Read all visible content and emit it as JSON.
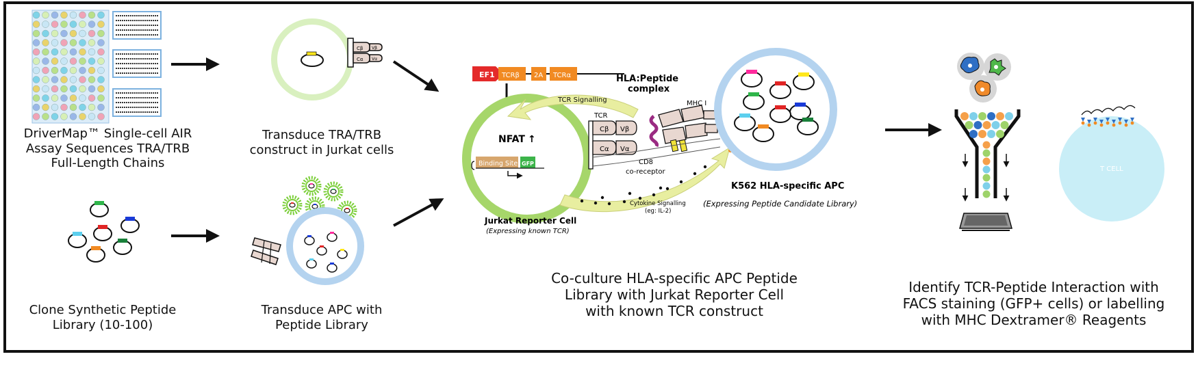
{
  "captions": {
    "drivermap": [
      "DriverMap™  Single-cell AIR",
      "Assay  Sequences TRA/TRB",
      "Full-Length Chains"
    ],
    "transduce_jurkat": [
      "Transduce TRA/TRB",
      "construct in Jurkat cells"
    ],
    "clone_library": [
      "Clone Synthetic Peptide",
      "Library (10-100)"
    ],
    "transduce_apc": [
      "Transduce APC with",
      "Peptide Library"
    ],
    "coculture": [
      "Co-culture HLA-specific APC Peptide",
      "Library with Jurkat Reporter Cell",
      "with known TCR construct"
    ],
    "identify": [
      "Identify TCR-Peptide Interaction with",
      "FACS staining (GFP+ cells) or labelling",
      "with  MHC Dextramer® Reagents"
    ]
  },
  "construct": {
    "ef1": "EF1",
    "tcrb": "TCRβ",
    "p2a": "2A",
    "tcra": "TCRα"
  },
  "receptor_labels": {
    "cb": "Cβ",
    "vb": "Vβ",
    "ca": "Cα",
    "va": "Vα"
  },
  "interaction": {
    "hla_peptide": [
      "HLA:Peptide",
      "complex"
    ],
    "tcr_signalling": "TCR Signalling",
    "tcr": "TCR",
    "mhc": "MHC I",
    "nfat": "NFAT",
    "nfat_arrow": "↑",
    "binding_site": "Binding Site",
    "gfp": "GFP",
    "cd8": [
      "CD8",
      "co-receptor"
    ],
    "cytokine": [
      "Cytokine Signalling",
      "(eg: IL-2)"
    ],
    "jurkat_title": "Jurkat Reporter Cell",
    "jurkat_sub": "(Expressing known TCR)",
    "k562_title": "K562 HLA-specific APC",
    "k562_sub": "(Expressing Peptide Candidate Library)"
  },
  "tcell_label": "T CELL",
  "colors": {
    "jurkat_ring": "#a6d66a",
    "apc_ring": "#b4d3ef",
    "arrow_yellow": "#e8eea0",
    "orange": "#f18a22",
    "red_box": "#e42a2a",
    "gfp_green": "#3cb44a",
    "binding_tan": "#d7a66d",
    "receptor_fill": "#e8d7d0",
    "tcell_fill": "#c9eef7",
    "frame": "#111111"
  },
  "plasmid_insert_colors": [
    "#ff2a9d",
    "#ffe71a",
    "#e12525",
    "#2fb54a",
    "#1a3bd8",
    "#5ccfee",
    "#e12525",
    "#19803a",
    "#f18a22",
    "#1a3bd8"
  ]
}
